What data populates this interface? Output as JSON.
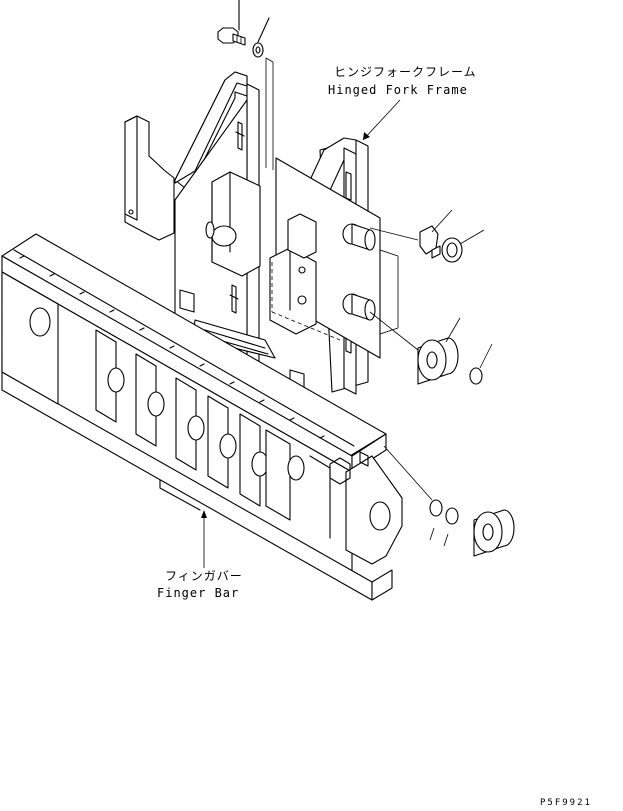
{
  "labels": {
    "hinged_fork_frame_jp": "ヒンジフォークフレーム",
    "hinged_fork_frame_en": "Hinged Fork Frame",
    "finger_bar_jp": "フィンガバー",
    "finger_bar_en": "Finger Bar",
    "drawing_code": "P5F9921"
  }
}
